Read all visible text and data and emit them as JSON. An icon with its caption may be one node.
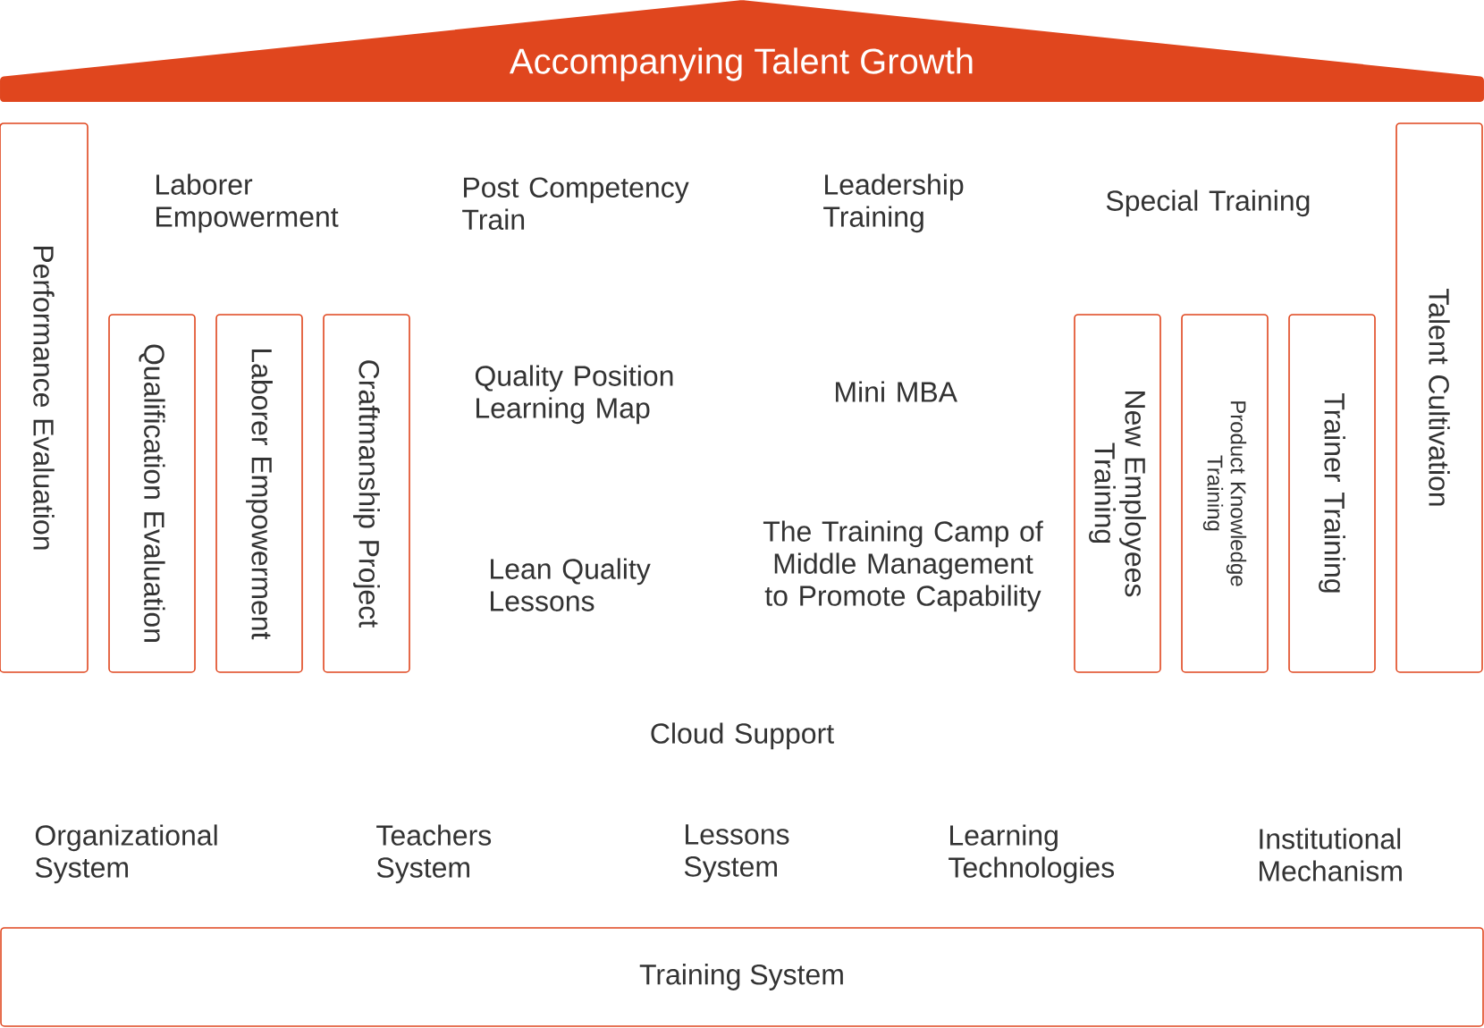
{
  "diagram": {
    "nodes": [
      {
        "text": [
          "Accompanying Talent Growth"
        ]
      },
      {
        "text": [
          "Performance Evaluation"
        ]
      },
      {
        "text": [
          "Qualification Evaluation"
        ]
      },
      {
        "text": [
          "Laborer Empowerment"
        ]
      },
      {
        "text": [
          "Craftmanship Project"
        ]
      },
      {
        "text": [
          "New Employees Training"
        ]
      },
      {
        "text": [
          "Product Knowledge Training"
        ]
      },
      {
        "text": [
          "Trainer Training"
        ]
      },
      {
        "text": [
          "Talent Cultivation"
        ]
      },
      {
        "text": [
          "Training System"
        ]
      }
    ],
    "labels": [
      "Laborer Empowerment",
      "Post Competency Train",
      "Leadership Training",
      "Special Training",
      "Quality Position Learning Map",
      "Mini MBA",
      "Lean Quality Lessons",
      "The Training Camp of Middle Management to Promote Capability",
      "Cloud Support",
      "Organizational System",
      "Teachers System",
      "Lessons System",
      "Learning Technologies",
      "Institutional Mechanism"
    ]
  }
}
